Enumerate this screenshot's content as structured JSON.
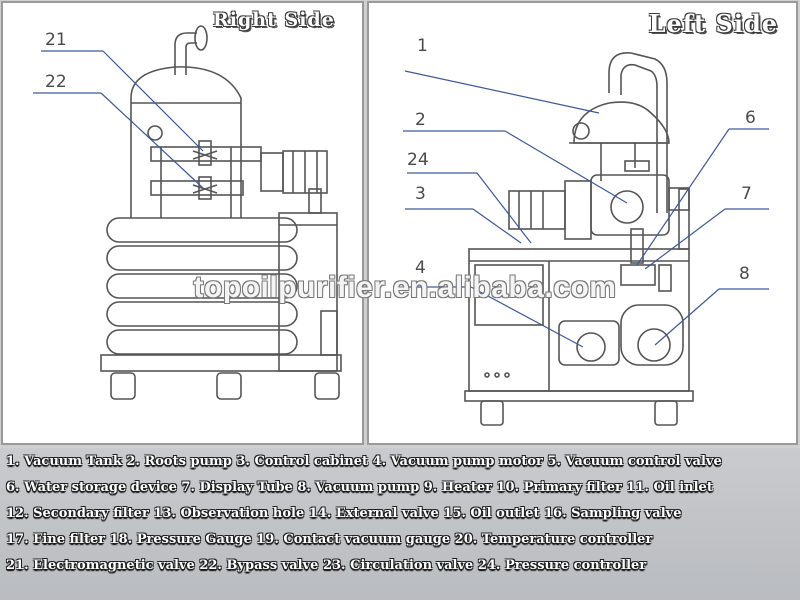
{
  "titles": {
    "right": "Right Side",
    "left": "Left Side"
  },
  "watermark": "topoilpurifier.en.alibaba.com",
  "callouts_right": [
    "21",
    "22"
  ],
  "callouts_left": [
    "1",
    "2",
    "24",
    "3",
    "4",
    "6",
    "7",
    "8"
  ],
  "legend": [
    "1.  Vacuum Tank 2.  Roots pump 3.  Control cabinet 4.  Vacuum pump motor   5.  Vacuum control valve",
    "6.  Water storage device 7.  Display Tube 8.  Vacuum pump 9.  Heater 10.  Primary filter  11.  Oil inlet",
    "12. Secondary filter 13.  Observation hole 14.  External valve 15.  Oil outlet 16.  Sampling valve",
    "17.  Fine filter 18.  Pressure Gauge 19.  Contact vacuum gauge 20.  Temperature controller",
    "21.  Electromagnetic valve 22.  Bypass valve 23.  Circulation valve 24.  Pressure controller"
  ]
}
